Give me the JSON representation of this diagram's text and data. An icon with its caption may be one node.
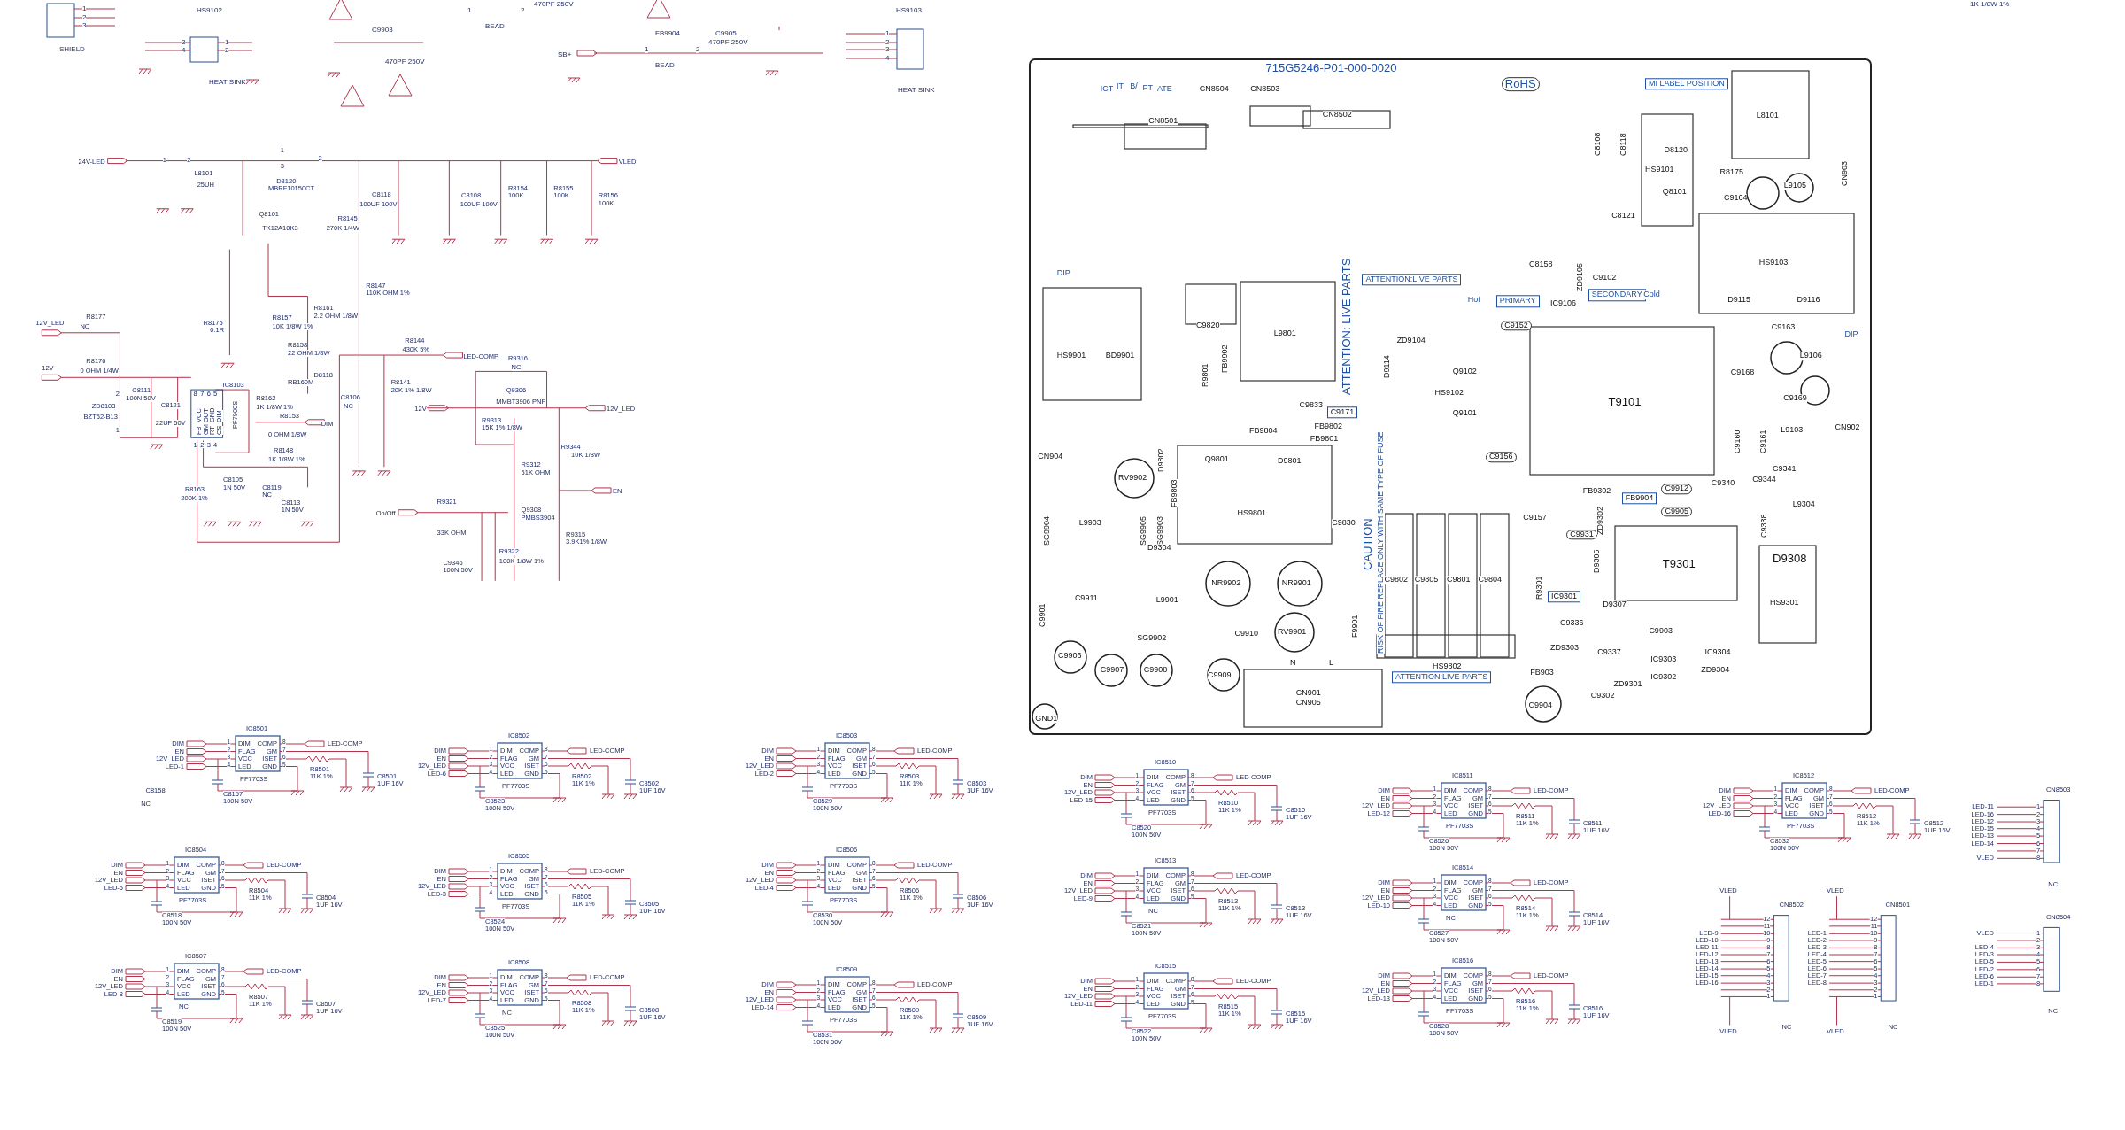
{
  "diagram": {
    "labels": [
      "1",
      "2",
      "3",
      "SHIELD",
      "HS9102",
      "3",
      "4",
      "1",
      "2",
      "HEAT SINK",
      "C9903",
      "470PF 250V",
      "470PF 250V",
      "1",
      "2",
      "BEAD",
      "SB+",
      "FB9904",
      "1",
      "2",
      "BEAD",
      "C9905",
      "470PF 250V",
      "HS9103",
      "1",
      "2",
      "3",
      "4",
      "HEAT SINK",
      "1K 1/8W 1%",
      "24V-LED",
      "1",
      "2",
      "L8101",
      "25UH",
      "1",
      "3",
      "2",
      "D8120",
      "MBRF10150CT",
      "VLED",
      "C8118",
      "100UF 100V",
      "C8108",
      "100UF 100V",
      "R8154",
      "100K",
      "R8155",
      "100K",
      "R8156",
      "100K",
      "Q8101",
      "TK12A10K3",
      "R8145",
      "270K 1/4W",
      "R8147",
      "110K OHM 1%",
      "R8161",
      "2.2 OHM 1/8W",
      "R8157",
      "10K 1/8W 1%",
      "R8175",
      "0.1R",
      "R8158",
      "22 OHM 1/8W",
      "D8118",
      "RB160M",
      "12V_LED",
      "R8177",
      "NC",
      "R8176",
      "12V",
      "0 OHM 1/4W",
      "ZD8103",
      "BZT52-B13",
      "2",
      "1",
      "C8111",
      "100N 50V",
      "C8121",
      "22UF 50V",
      "8",
      "7",
      "6",
      "5",
      "IC8103",
      "VCC",
      "OUT",
      "GND",
      "DIM",
      "FB",
      "GM",
      "RT",
      "CS",
      "PF7900S",
      "1",
      "2",
      "3",
      "4",
      "R8162",
      "1K 1/8W 1%",
      "R8153",
      "DIM",
      "0 OHM 1/8W",
      "R8148",
      "1K 1/8W 1%",
      "R8163",
      "200K 1%",
      "C8105",
      "1N 50V",
      "C8119",
      "NC",
      "C8113",
      "1N 50V",
      "C8106",
      "NC",
      "R8141",
      "20K 1% 1/8W",
      "R8144",
      "430K 5%",
      "LED-COMP",
      "R9316",
      "NC",
      "Q9306",
      "MMBT3906 PNP",
      "12V",
      "12V_LED",
      "R9313",
      "15K 1% 1/8W",
      "R9344",
      "10K 1/8W",
      "R9312",
      "51K OHM",
      "EN",
      "R9321",
      "On/Off",
      "Q9308",
      "PMBS3904",
      "33K OHM",
      "R9315",
      "3.9K1% 1/8W",
      "R9322",
      "100K 1/8W 1%",
      "C9346",
      "100N 50V",
      "IC8501",
      "DIM",
      "1",
      "DIM",
      "COMP",
      "8",
      "LED-COMP",
      "EN",
      "2",
      "FLAG",
      "GM",
      "7",
      "12V_LED",
      "3",
      "VCC",
      "ISET",
      "6",
      "R8501",
      "LED-1",
      "4",
      "LED",
      "GND",
      "5",
      "11K 1%",
      "PF7703S",
      "C8501",
      "1UF 16V",
      "C8157",
      "100N 50V",
      "IC8502",
      "DIM",
      "1",
      "DIM",
      "COMP",
      "8",
      "LED-COMP",
      "EN",
      "2",
      "FLAG",
      "GM",
      "7",
      "12V_LED",
      "3",
      "VCC",
      "ISET",
      "6",
      "R8502",
      "LED-6",
      "4",
      "LED",
      "GND",
      "5",
      "11K 1%",
      "PF7703S",
      "C8502",
      "1UF 16V",
      "C8523",
      "100N 50V",
      "IC8503",
      "DIM",
      "1",
      "DIM",
      "COMP",
      "8",
      "LED-COMP",
      "EN",
      "2",
      "FLAG",
      "GM",
      "7",
      "12V_LED",
      "3",
      "VCC",
      "ISET",
      "6",
      "R8503",
      "LED-2",
      "4",
      "LED",
      "GND",
      "5",
      "11K 1%",
      "PF7703S",
      "C8503",
      "1UF 16V",
      "C8529",
      "100N 50V",
      "IC8504",
      "DIM",
      "1",
      "DIM",
      "COMP",
      "8",
      "LED-COMP",
      "EN",
      "2",
      "FLAG",
      "GM",
      "7",
      "12V_LED",
      "3",
      "VCC",
      "ISET",
      "6",
      "R8504",
      "LED-5",
      "4",
      "LED",
      "GND",
      "5",
      "11K 1%",
      "PF7703S",
      "C8504",
      "1UF 16V",
      "C8518",
      "100N 50V",
      "IC8505",
      "DIM",
      "1",
      "DIM",
      "COMP",
      "8",
      "LED-COMP",
      "EN",
      "2",
      "FLAG",
      "GM",
      "7",
      "12V_LED",
      "3",
      "VCC",
      "ISET",
      "6",
      "R8505",
      "LED-3",
      "4",
      "LED",
      "GND",
      "5",
      "11K 1%",
      "PF7703S",
      "C8505",
      "1UF 16V",
      "C8524",
      "100N 50V",
      "IC8506",
      "DIM",
      "1",
      "DIM",
      "COMP",
      "8",
      "LED-COMP",
      "EN",
      "2",
      "FLAG",
      "GM",
      "7",
      "12V_LED",
      "3",
      "VCC",
      "ISET",
      "6",
      "R8506",
      "LED-4",
      "4",
      "LED",
      "GND",
      "5",
      "11K 1%",
      "PF7703S",
      "C8506",
      "1UF 16V",
      "C8530",
      "100N 50V",
      "IC8507",
      "DIM",
      "1",
      "DIM",
      "COMP",
      "8",
      "LED-COMP",
      "EN",
      "2",
      "FLAG",
      "GM",
      "7",
      "12V_LED",
      "3",
      "VCC",
      "ISET",
      "6",
      "R8507",
      "LED-8",
      "4",
      "LED",
      "GND",
      "5",
      "11K 1%",
      "NC",
      "C8507",
      "1UF 16V",
      "C8519",
      "100N 50V",
      "IC8508",
      "DIM",
      "1",
      "DIM",
      "COMP",
      "8",
      "LED-COMP",
      "EN",
      "2",
      "FLAG",
      "GM",
      "7",
      "12V_LED",
      "3",
      "VCC",
      "ISET",
      "6",
      "R8508",
      "LED-7",
      "4",
      "LED",
      "GND",
      "5",
      "11K 1%",
      "NC",
      "C8508",
      "1UF 16V",
      "C8525",
      "100N 50V",
      "IC8509",
      "DIM",
      "1",
      "DIM",
      "COMP",
      "8",
      "LED-COMP",
      "EN",
      "2",
      "FLAG",
      "GM",
      "7",
      "12V_LED",
      "3",
      "VCC",
      "ISET",
      "6",
      "R8509",
      "LED-14",
      "4",
      "LED",
      "GND",
      "5",
      "11K 1%",
      "PF7703S",
      "C8509",
      "1UF 16V",
      "C8531",
      "100N 50V",
      "IC8510",
      "DIM",
      "1",
      "DIM",
      "COMP",
      "8",
      "LED-COMP",
      "EN",
      "2",
      "FLAG",
      "GM",
      "7",
      "12V_LED",
      "3",
      "VCC",
      "ISET",
      "6",
      "R8510",
      "LED-15",
      "4",
      "LED",
      "GND",
      "5",
      "11K 1%",
      "PF7703S",
      "C8510",
      "1UF 16V",
      "C8520",
      "100N 50V",
      "IC8511",
      "DIM",
      "1",
      "DIM",
      "COMP",
      "8",
      "LED-COMP",
      "EN",
      "2",
      "FLAG",
      "GM",
      "7",
      "12V_LED",
      "3",
      "VCC",
      "ISET",
      "6",
      "R8511",
      "LED-12",
      "4",
      "LED",
      "GND",
      "5",
      "11K 1%",
      "PF7703S",
      "C8511",
      "1UF 16V",
      "C8526",
      "100N 50V",
      "IC8512",
      "DIM",
      "1",
      "DIM",
      "COMP",
      "8",
      "LED-COMP",
      "EN",
      "2",
      "FLAG",
      "GM",
      "7",
      "12V_LED",
      "3",
      "VCC",
      "ISET",
      "6",
      "R8512",
      "LED-16",
      "4",
      "LED",
      "GND",
      "5",
      "11K 1%",
      "PF7703S",
      "C8512",
      "1UF 16V",
      "C8532",
      "100N 50V",
      "IC8513",
      "DIM",
      "1",
      "DIM",
      "COMP",
      "8",
      "LED-COMP",
      "EN",
      "2",
      "FLAG",
      "GM",
      "7",
      "12V_LED",
      "3",
      "VCC",
      "ISET",
      "6",
      "R8513",
      "LED-9",
      "4",
      "LED",
      "GND",
      "5",
      "11K 1%",
      "NC",
      "C8513",
      "1UF 16V",
      "C8521",
      "100N 50V",
      "IC8514",
      "DIM",
      "1",
      "DIM",
      "COMP",
      "8",
      "LED-COMP",
      "EN",
      "2",
      "FLAG",
      "GM",
      "7",
      "12V_LED",
      "3",
      "VCC",
      "ISET",
      "6",
      "R8514",
      "LED-10",
      "4",
      "LED",
      "GND",
      "5",
      "11K 1%",
      "NC",
      "C8514",
      "1UF 16V",
      "C8527",
      "100N 50V",
      "IC8515",
      "DIM",
      "1",
      "DIM",
      "COMP",
      "8",
      "LED-COMP",
      "EN",
      "2",
      "FLAG",
      "GM",
      "7",
      "12V_LED",
      "3",
      "VCC",
      "ISET",
      "6",
      "R8515",
      "LED-11",
      "4",
      "LED",
      "GND",
      "5",
      "11K 1%",
      "PF7703S",
      "C8515",
      "1UF 16V",
      "C8522",
      "100N 50V",
      "IC8516",
      "DIM",
      "1",
      "DIM",
      "COMP",
      "8",
      "LED-COMP",
      "EN",
      "2",
      "FLAG",
      "GM",
      "7",
      "12V_LED",
      "3",
      "VCC",
      "ISET",
      "6",
      "R8516",
      "LED-13",
      "4",
      "LED",
      "GND",
      "5",
      "11K 1%",
      "PF7703S",
      "C8516",
      "1UF 16V",
      "C8528",
      "100N 50V",
      "C8158",
      "NC",
      "CN8503",
      "LED-11",
      "1",
      "LED-16",
      "2",
      "LED-12",
      "3",
      "LED-15",
      "4",
      "LED-13",
      "5",
      "LED-14",
      "6",
      "7",
      "VLED",
      "8",
      "NC",
      "CN8504",
      "VLED",
      "1",
      "2",
      "LED-4",
      "3",
      "LED-3",
      "4",
      "LED-5",
      "5",
      "LED-2",
      "6",
      "LED-6",
      "7",
      "LED-1",
      "8",
      "NC",
      "VLED",
      "CN8502",
      "12",
      "11",
      "LED-9",
      "10",
      "LED-10",
      "9",
      "LED-11",
      "8",
      "LED-12",
      "7",
      "LED-13",
      "6",
      "LED-14",
      "5",
      "LED-15",
      "4",
      "LED-16",
      "3",
      "2",
      "1",
      "VLED",
      "NC",
      "VLED",
      "CN8501",
      "12",
      "11",
      "LED-1",
      "10",
      "LED-2",
      "9",
      "LED-3",
      "8",
      "LED-4",
      "7",
      "LED-5",
      "6",
      "LED-6",
      "5",
      "LED-7",
      "4",
      "LED-8",
      "3",
      "2",
      "1",
      "VLED",
      "NC",
      "715G5246-P01-000-0020",
      "ICT",
      "IT",
      "B/",
      "PT",
      "ATE",
      "CN8504",
      "CN8503",
      "CN8501",
      "CN8502",
      "RoHS",
      "MI LABEL POSITION",
      "L8101",
      "C8108",
      "C8118",
      "D8120",
      "HS9101",
      "Q8101",
      "R8175",
      "C9164",
      "L9105",
      "CN903",
      "C8121",
      "C8158",
      "HS9103",
      "DIP",
      "ATTENTION:LIVE PARTS",
      "Hot",
      "PRIMARY",
      "ZD9105",
      "C9102",
      "IC9106",
      "SECONDARY",
      "Cold",
      "D9115",
      "D9116",
      "DIP",
      "HS9901",
      "BD9901",
      "C9820",
      "L9801",
      "ATTENTION: LIVE PARTS",
      "ZD9104",
      "D9114",
      "C9152",
      "Q9102",
      "HS9102",
      "Q9101",
      "T9101",
      "C9163",
      "C9168",
      "L9106",
      "C9169",
      "R9801",
      "FB9902",
      "C9833",
      "C9171",
      "FB9804",
      "FB9802",
      "FB9801",
      "D9802",
      "CN904",
      "RV9902",
      "Q9801",
      "D9801",
      "C9156",
      "C9160",
      "C9161",
      "L9103",
      "CN902",
      "C9341",
      "FB9803",
      "L9903",
      "SG9904",
      "SG9905",
      "SG9903",
      "HS9801",
      "C9830",
      "CAUTION",
      "RISK OF FIRE REPLACE ONLY WITH SAME TYPE OF FUSE",
      "C9157",
      "FB9302",
      "FB9904",
      "C9912",
      "C9905",
      "C9931",
      "ZD9302",
      "C9340",
      "C9344",
      "L9304",
      "C9338",
      "D9305",
      "T9301",
      "D9308",
      "HS9301",
      "D9304",
      "C9911",
      "NR9902",
      "NR9901",
      "L9901",
      "C9802",
      "C9805",
      "C9801",
      "C9804",
      "R9301",
      "IC9301",
      "D9307",
      "C9901",
      "C9336",
      "RV9901",
      "F9901",
      "C9910",
      "C9903",
      "SG9902",
      "ZD9303",
      "C9337",
      "IC9303",
      "IC9304",
      "C9906",
      "C9907",
      "C9908",
      "HS9802",
      "ZD9304",
      "FB903",
      "C9909",
      "ATTENTION:LIVE PARTS",
      "IC9302",
      "ZD9301",
      "N",
      "L",
      "CN901",
      "CN905",
      "C9302",
      "C9904",
      "GND1"
    ]
  }
}
